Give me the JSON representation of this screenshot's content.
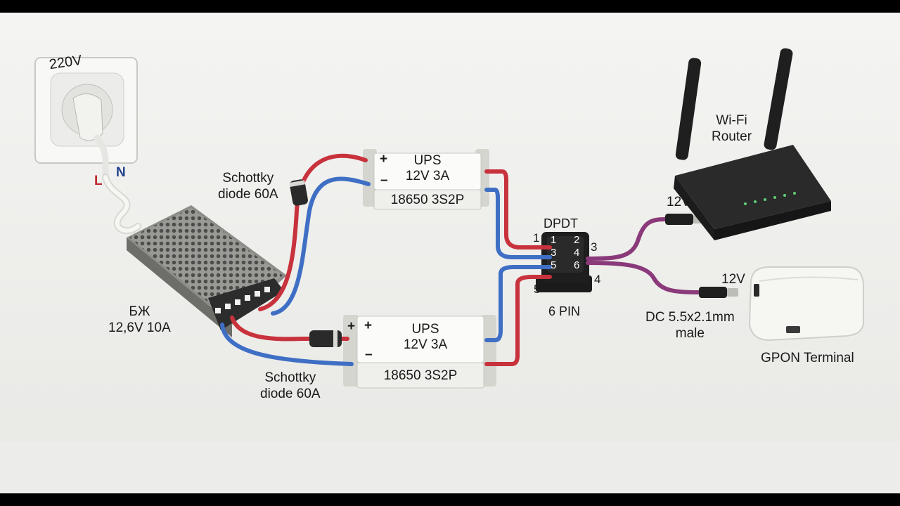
{
  "mains": {
    "voltage": "220V",
    "live": "L",
    "neutral": "N"
  },
  "psu": {
    "line1": "БЖ",
    "line2": "12,6V 10A"
  },
  "diode_top": {
    "line1": "Schottky",
    "line2": "diode 60A"
  },
  "diode_bottom": {
    "line1": "Schottky",
    "line2": "diode 60A"
  },
  "ups_top": {
    "line1": "UPS",
    "line2": "12V 3A",
    "battery": "18650 3S2P",
    "plus": "+",
    "minus": "–"
  },
  "ups_bottom": {
    "line1": "UPS",
    "line2": "12V 3A",
    "battery": "18650 3S2P",
    "plus": "+",
    "minus": "–",
    "diode_plus": "+"
  },
  "switch": {
    "title": "DPDT",
    "subtitle": "6 PIN",
    "pins": [
      "1",
      "2",
      "3",
      "4",
      "5",
      "6"
    ],
    "ext_pins": {
      "p1": "1",
      "p3": "3",
      "p4": "4",
      "p5": "5"
    }
  },
  "router": {
    "line1": "Wi-Fi",
    "line2": "Router",
    "voltage": "12V"
  },
  "gpon": {
    "label": "GPON Terminal",
    "voltage": "12V"
  },
  "connector": {
    "line1": "DC 5.5x2.1mm",
    "line2": "male"
  },
  "colors": {
    "red_wire": "#c8323c",
    "blue_wire": "#3f6fc4",
    "purple_wire": "#8a3a7a",
    "background": "#f1f1ef"
  }
}
